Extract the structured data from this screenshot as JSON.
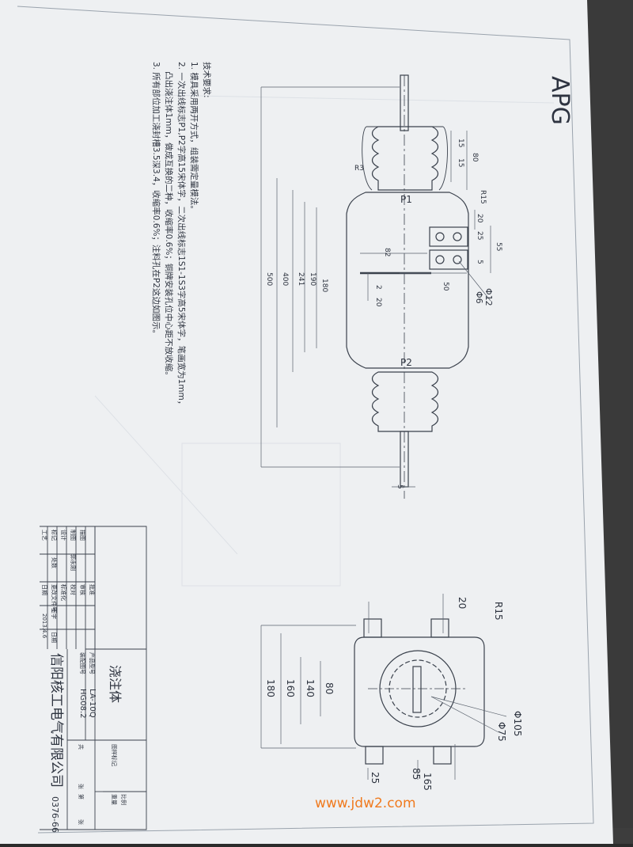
{
  "drawing": {
    "handwritten_mark": "APG",
    "tech_req_title": "技术要求:",
    "tech_req": [
      "1. 模具采用两开方式，组装需定量模法。",
      "2. 一次出线标志P1,P2字高15宋体字，二次出线标志1S1-1S3字高5宋体字，笔画宽为1mm，",
      "凸出浇注体1mm，做成互换的二种，收缩率0.6%；铜牌安装孔位中心距不放收缩。",
      "3. 所有部位加工浇封槽3.5深3.4，收缩率0.6%；注料孔在P2这边如图示。"
    ],
    "terminal_labels": {
      "p1": "P1",
      "p2": "P2"
    },
    "front_dims": {
      "d15a": "15",
      "d15b": "15",
      "d80": "80",
      "r3": "R3",
      "r15": "R15",
      "d20": "20",
      "d25": "25",
      "d55": "55",
      "d5": "5",
      "d82": "82",
      "d50": "50",
      "phi12": "Φ12",
      "phi6": "Φ6",
      "d2": "2",
      "d20b": "20",
      "d180": "180",
      "d190": "190",
      "d241": "241",
      "d400": "400",
      "d500": "500",
      "d5b": "5"
    },
    "side_dims": {
      "d20": "20",
      "r15": "R15",
      "d80": "80",
      "d140": "140",
      "d160": "160",
      "d180": "180",
      "phi105": "Φ105",
      "phi75": "Φ75",
      "d25": "25",
      "d85": "85",
      "d165": "165"
    }
  },
  "title_block": {
    "part_name": "浇注体",
    "model_label": "产品型号",
    "model": "LA-10Q",
    "drawing_no_label": "装配图号",
    "drawing_no": "HG08.2",
    "company": "信阳核工电气有限公司",
    "date": "2013.4.6",
    "phone": "0376-66",
    "rows": [
      "标记",
      "处数",
      "更改文件号",
      "签字",
      "日期",
      "设计",
      "标准化",
      "审核",
      "工艺",
      "批准",
      "制图",
      "描图",
      "校对",
      "日期"
    ],
    "extra": [
      "图样标记",
      "重量",
      "比例",
      "共",
      "张",
      "第",
      "张",
      "郭永刚"
    ]
  },
  "watermark": "www.jdw2.com"
}
